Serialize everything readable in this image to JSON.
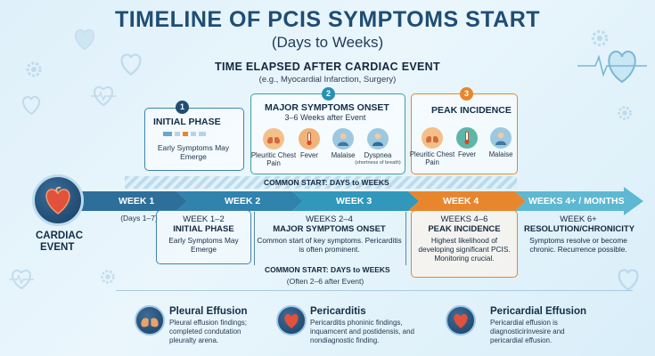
{
  "title": "TIMELINE OF PCIS SYMPTOMS START",
  "subtitle": "(Days to Weeks)",
  "elapsed": {
    "title": "TIME ELAPSED AFTER CARDIAC EVENT",
    "sub": "(e.g., Myocardial Infarction, Surgery)"
  },
  "phase1": {
    "num": "1",
    "title": "INITIAL PHASE",
    "desc": "Early Symptoms May Emerge"
  },
  "phase2": {
    "num": "2",
    "title": "MAJOR SYMPTOMS ONSET",
    "sub": "3–6 Weeks after Event",
    "symptoms": [
      {
        "label": "Pleuritic Chest Pain",
        "icon": "lungs-icon"
      },
      {
        "label": "Fever",
        "icon": "thermometer-icon"
      },
      {
        "label": "Malaise",
        "icon": "person-icon"
      },
      {
        "label": "Dyspnea",
        "note": "(shortness of breath)",
        "icon": "breath-icon"
      }
    ]
  },
  "phase3": {
    "num": "3",
    "title": "PEAK INCIDENCE",
    "symptoms": [
      {
        "label": "Pleuritic Chest Pain",
        "icon": "lungs-icon"
      },
      {
        "label": "Fever",
        "icon": "thermometer-icon"
      },
      {
        "label": "Malaise",
        "icon": "person-icon"
      }
    ]
  },
  "common_top": "COMMON START: DAYS to WEEKS",
  "event": {
    "line1": "CARDIAC",
    "line2": "EVENT"
  },
  "weeks": [
    {
      "label": "WEEK 1",
      "sub": "(Days 1–7)"
    },
    {
      "label": "WEEK 2"
    },
    {
      "label": "WEEK 3"
    },
    {
      "label": "WEEK 4"
    },
    {
      "label": "WEEKS 4+ / MONTHS"
    }
  ],
  "blocks": [
    {
      "a": "WEEK 1–2",
      "b": "INITIAL PHASE",
      "c": "Early Symptoms May Emerge"
    },
    {
      "a": "WEEKS 2–4",
      "b": "MAJOR SYMPTOMS ONSET",
      "c": "Common start of key symptoms. Pericarditis is often prominent."
    },
    {
      "a": "WEEKS 4–6",
      "b": "PEAK INCIDENCE",
      "c": "Highest likelihood of developing significant PCIS. Monitoring crucial."
    },
    {
      "a": "WEEK 6+",
      "b": "RESOLUTION/CHRONICITY",
      "c": "Symptoms resolve or become chronic. Recurrence possible."
    }
  ],
  "common_bottom": {
    "line1": "COMMON START: DAYS to WEEKS",
    "line2": "(Often 2–6  after Event)"
  },
  "bottom": [
    {
      "title": "Pleural Effusion",
      "text": "Pleural effusion findings; completed condutation pleuralty arena."
    },
    {
      "title": "Pericarditis",
      "text": "Pericarditis phoninic findings, inquamcent and postidensis, and nondiagnostic finding."
    },
    {
      "title": "Pericardial Effusion",
      "text": "Pericardial effusion is diagnosticirinvesire and pericardial effusion."
    }
  ],
  "colors": {
    "navy": "#1f4d74",
    "teal": "#2b8fb3",
    "orange": "#e8862e",
    "light_teal": "#5db6cf"
  }
}
